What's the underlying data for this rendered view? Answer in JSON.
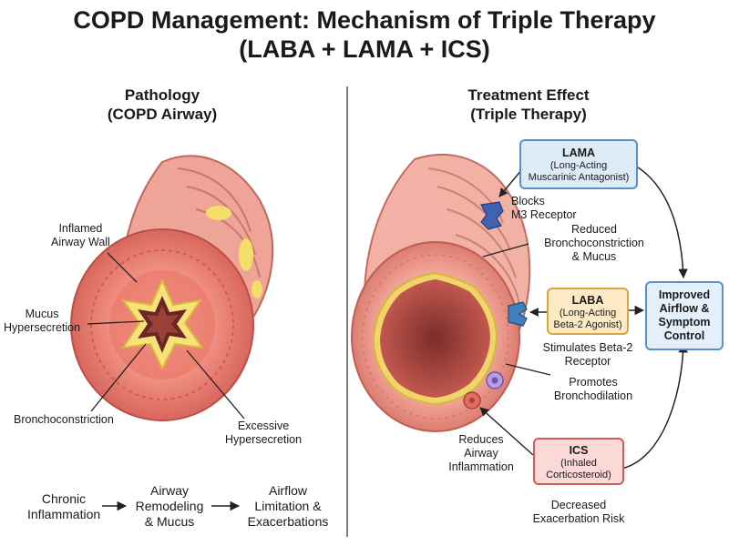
{
  "title": {
    "line1": "COPD Management: Mechanism of Triple Therapy",
    "line2": "(LABA + LAMA + ICS)"
  },
  "left_panel": {
    "title_line1": "Pathology",
    "title_line2": "(COPD Airway)",
    "labels": {
      "inflamed_1": "Inflamed",
      "inflamed_2": "Airway Wall",
      "mucus_1": "Mucus",
      "mucus_2": "Hypersecretion",
      "broncho": "Bronchoconstriction",
      "excess_1": "Excessive",
      "excess_2": "Hypersecretion"
    },
    "flow": {
      "step1_1": "Chronic",
      "step1_2": "Inflammation",
      "step2_1": "Airway",
      "step2_2": "Remodeling",
      "step2_3": "& Mucus",
      "step3_1": "Airflow",
      "step3_2": "Limitation &",
      "step3_3": "Exacerbations"
    }
  },
  "right_panel": {
    "title_line1": "Treatment Effect",
    "title_line2": "(Triple Therapy)",
    "lama": {
      "name": "LAMA",
      "desc_1": "(Long-Acting",
      "desc_2": "Muscarinic Antagonist)",
      "color": "#ddebf7",
      "border": "#5b8fc9"
    },
    "laba": {
      "name": "LABA",
      "desc_1": "(Long-Acting",
      "desc_2": "Beta-2 Agonist)",
      "color": "#fde9c4",
      "border": "#d9a441"
    },
    "ics": {
      "name": "ICS",
      "desc_1": "(Inhaled",
      "desc_2": "Corticosteroid)",
      "color": "#fbd9d6",
      "border": "#cf5d57"
    },
    "outcome": {
      "line1": "Improved",
      "line2": "Airflow &",
      "line3": "Symptom",
      "line4": "Control",
      "color": "#e3f0fb",
      "border": "#5b8fc9"
    },
    "labels": {
      "blocks_1": "Blocks",
      "blocks_2": "M3 Receptor",
      "reduced_1": "Reduced",
      "reduced_2": "Bronchoconstriction",
      "reduced_3": "& Mucus",
      "stim_1": "Stimulates Beta-2",
      "stim_2": "Receptor",
      "prom_1": "Promotes",
      "prom_2": "Bronchodilation",
      "infl_1": "Reduces",
      "infl_2": "Airway",
      "infl_3": "Inflammation",
      "exac_1": "Decreased",
      "exac_2": "Exacerbation Risk"
    }
  }
}
